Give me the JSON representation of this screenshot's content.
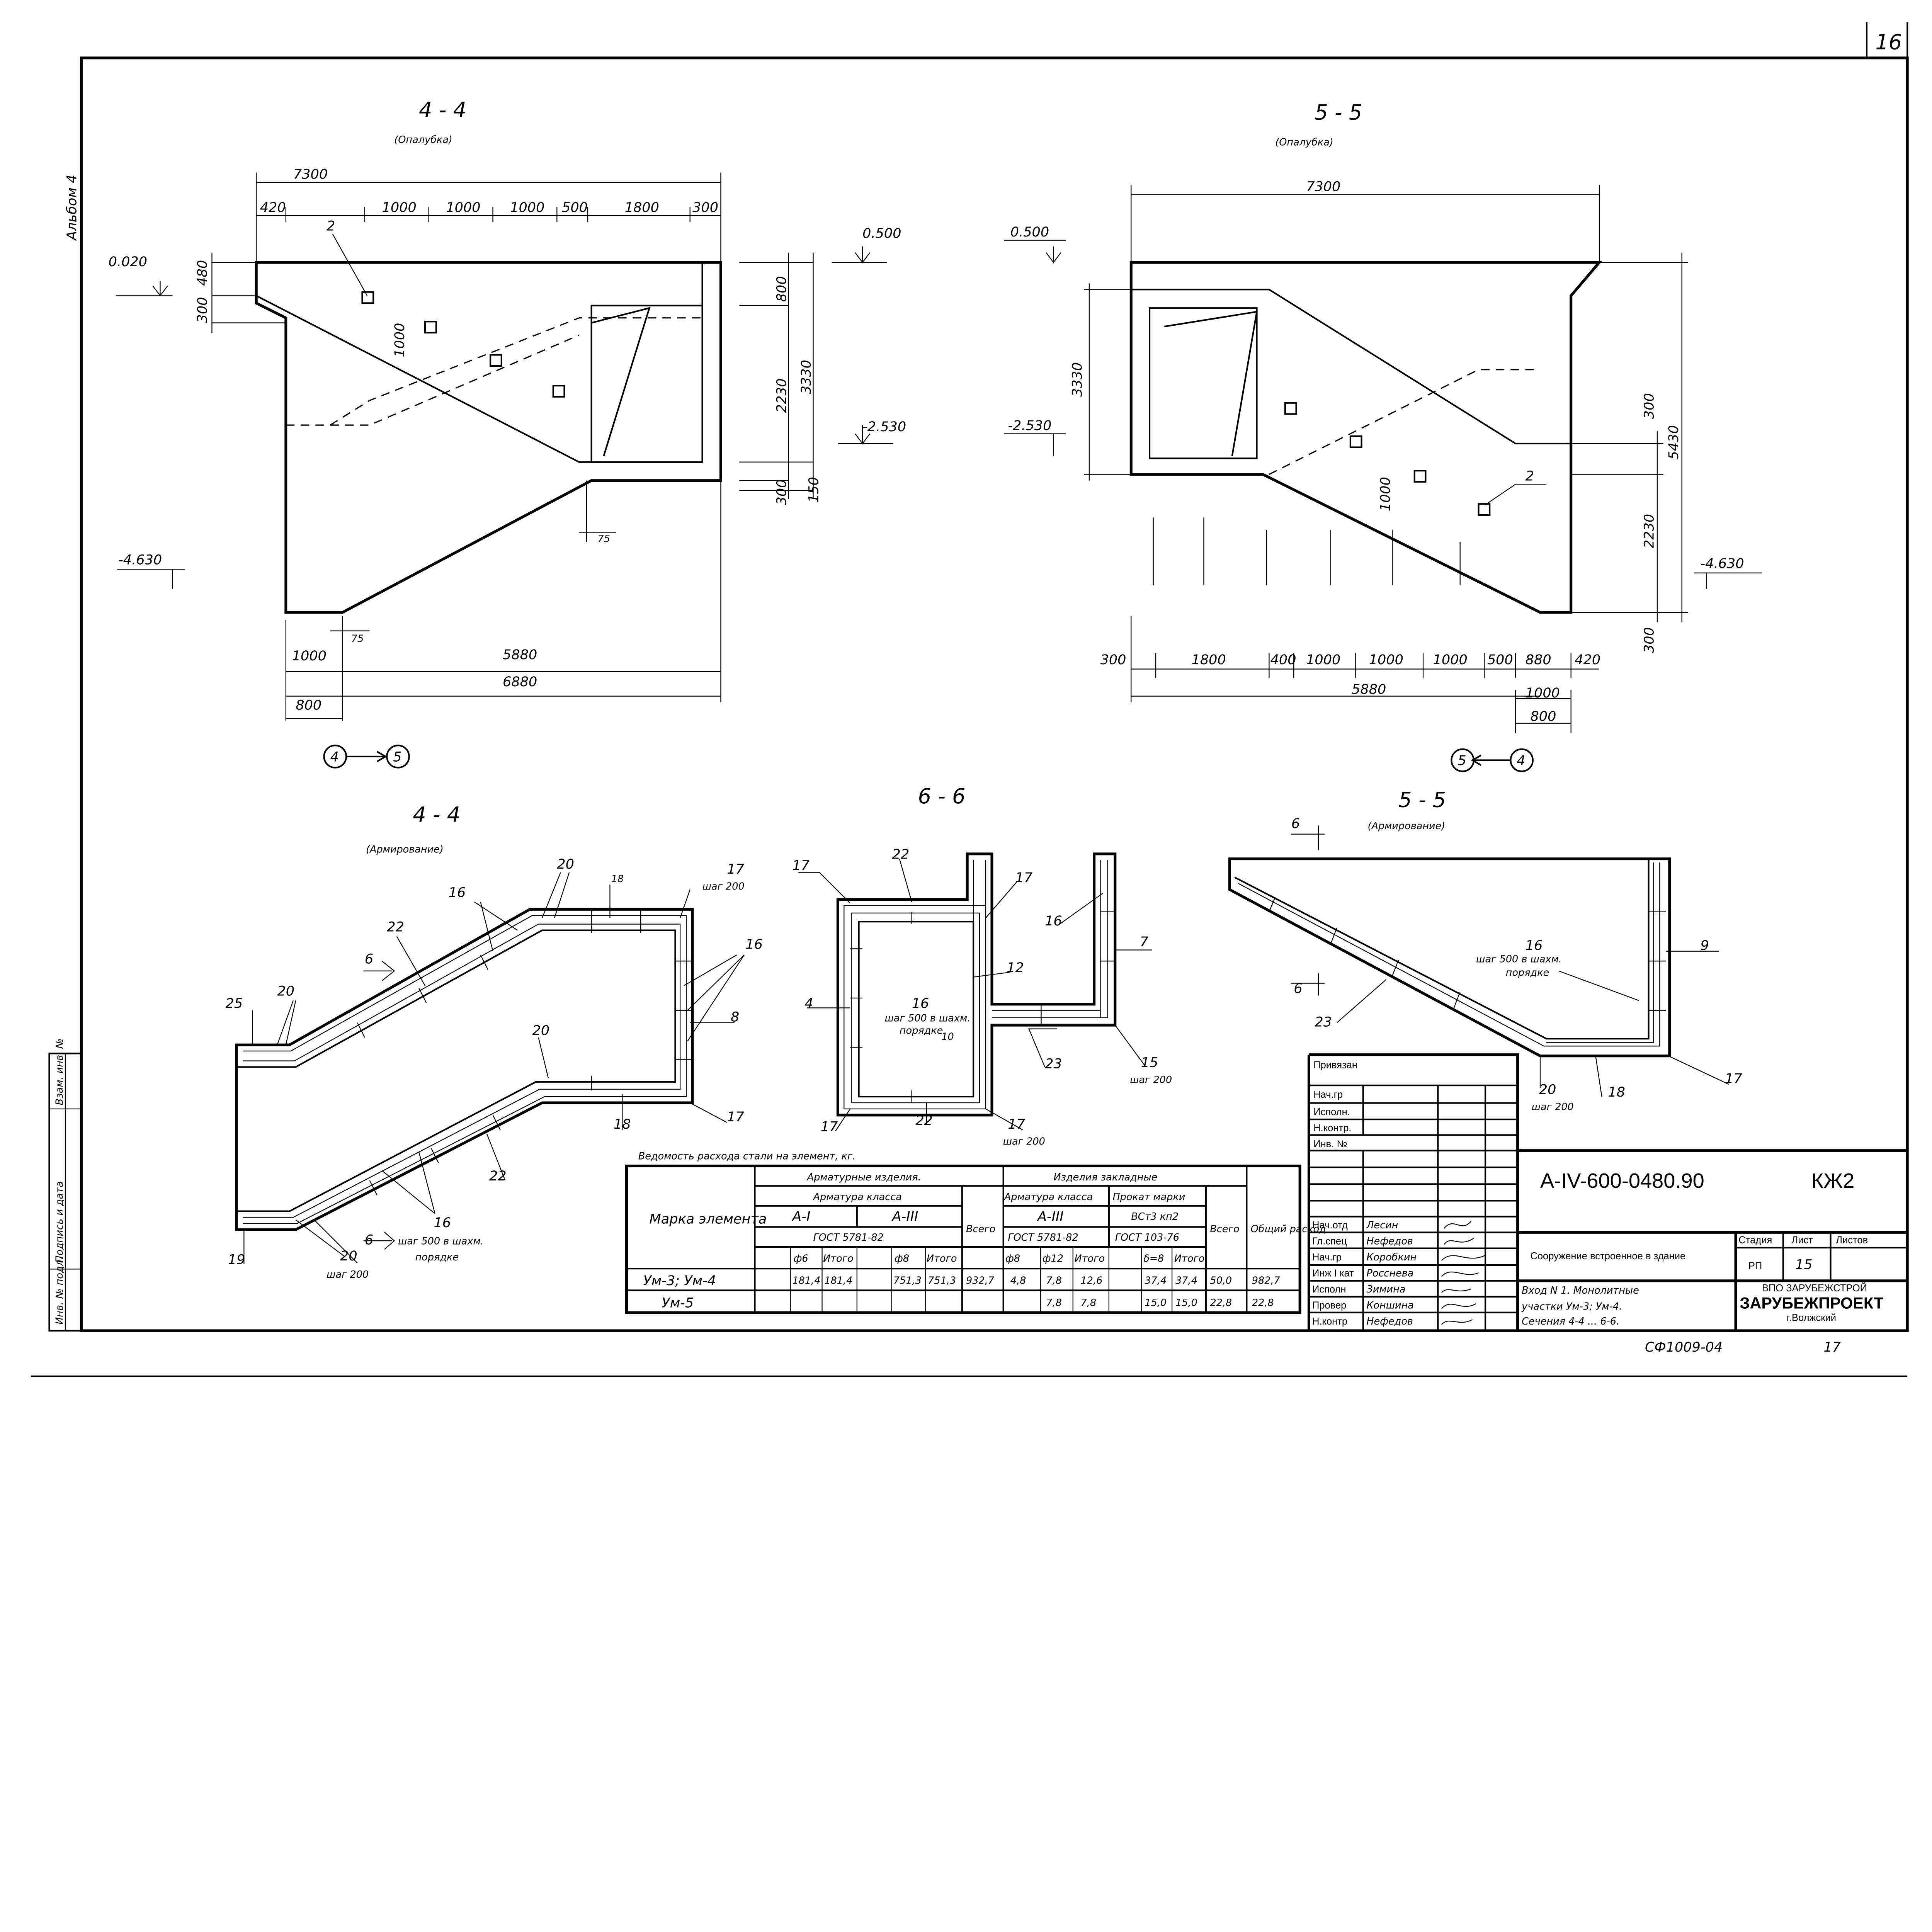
{
  "sheet_number": "16",
  "album_label": "Альбом 4",
  "left_stamp": [
    "Инв. № подл.",
    "Подпись и дата",
    "Взам. инв. №"
  ],
  "form_44": {
    "title": "4 - 4",
    "subtitle": "(Опалубка)",
    "dims": [
      "7300",
      "420",
      "1000",
      "1000",
      "1000",
      "500",
      "1800",
      "300",
      "480",
      "300",
      "1000",
      "800",
      "2230",
      "3330",
      "300",
      "150",
      "75",
      "75",
      "1000",
      "5880",
      "6880",
      "800"
    ],
    "levels": [
      "0.020",
      "0.500",
      "-2.530",
      "-4.630"
    ],
    "mark": "2",
    "callouts": [
      "4",
      "5"
    ]
  },
  "form_55": {
    "title": "5 - 5",
    "subtitle": "(Опалубка)",
    "dims": [
      "7300",
      "3330",
      "300",
      "5430",
      "2230",
      "300",
      "300",
      "1800",
      "400",
      "1000",
      "1000",
      "1000",
      "500",
      "880",
      "420",
      "5880",
      "1000",
      "800",
      "1000"
    ],
    "levels": [
      "0.500",
      "-2.530",
      "-4.630"
    ],
    "mark": "2",
    "callouts": [
      "5",
      "4"
    ]
  },
  "arm_44": {
    "title": "4 - 4",
    "subtitle": "(Армирование)",
    "marks": [
      "20",
      "18",
      "17",
      "шаг 200",
      "16",
      "22",
      "6",
      "16",
      "8",
      "25",
      "20",
      "20",
      "18",
      "17",
      "22",
      "6",
      "16",
      "шаг 500 в шахм.",
      "порядке",
      "20",
      "шаг 200",
      "19"
    ]
  },
  "sec_66": {
    "title": "6 - 6",
    "marks": [
      "22",
      "17",
      "17",
      "16",
      "7",
      "12",
      "4",
      "16",
      "шаг 500 в шахм.",
      "порядке",
      "10",
      "23",
      "15",
      "шаг 200",
      "17",
      "22",
      "17",
      "шаг 200"
    ]
  },
  "arm_55": {
    "title": "5 - 5",
    "subtitle": "(Армирование)",
    "marks": [
      "6",
      "9",
      "16",
      "шаг 500 в шахм.",
      "порядке",
      "6",
      "23",
      "17",
      "20",
      "шаг 200",
      "18"
    ]
  },
  "steel_table": {
    "title": "Ведомость расхода стали на элемент, кг.",
    "headers": {
      "mark": "Марка элемента",
      "rebar_products": "Арматурные изделия.",
      "embedded": "Изделия закладные",
      "rebar_class": "Арматура класса",
      "rebar_class2": "Арматура класса",
      "rolled": "Прокат марки",
      "a1": "A-I",
      "a3": "A-III",
      "a3b": "A-III",
      "vst": "ВСт3 кп2",
      "gost1": "ГОСТ 5781-82",
      "gost2": "ГОСТ 5781-82",
      "gost3": "ГОСТ 103-76",
      "total1": "Всего",
      "total2": "Всего",
      "overall": "Общий расход",
      "sub": [
        "",
        "ф6",
        "Итого",
        "",
        "ф8",
        "Итого",
        "",
        "ф8",
        "ф12",
        "Итого",
        "",
        "δ=8",
        "Итого"
      ]
    },
    "rows": [
      {
        "mark": "Ум-3; Ум-4",
        "cells": [
          "",
          "181,4",
          "181,4",
          "",
          "751,3",
          "751,3",
          "932,7",
          "4,8",
          "7,8",
          "12,6",
          "",
          "37,4",
          "37,4",
          "50,0",
          "982,7"
        ]
      },
      {
        "mark": "Ум-5",
        "cells": [
          "",
          "",
          "",
          "",
          "",
          "",
          "",
          "",
          "7,8",
          "7,8",
          "",
          "15,0",
          "15,0",
          "22,8",
          "22,8"
        ]
      }
    ]
  },
  "title_block": {
    "bound_label": "Привязан",
    "top_roles": [
      "Нач.гр",
      "Исполн.",
      "Н.контр.",
      "Инв. №"
    ],
    "staff": [
      {
        "role": "Нач.отд",
        "name": "Лесин"
      },
      {
        "role": "Гл.спец",
        "name": "Нефедов"
      },
      {
        "role": "Нач.гр",
        "name": "Коробкин"
      },
      {
        "role": "Инж I кат",
        "name": "Росснева"
      },
      {
        "role": "Исполн",
        "name": "Зимина"
      },
      {
        "role": "Провер",
        "name": "Коншина"
      },
      {
        "role": "Н.контр",
        "name": "Нефедов"
      }
    ],
    "doc_code": "A-IV-600-0480.90",
    "doc_mark": "КЖ2",
    "object_name": "Сооружение встроенное в здание",
    "stage_label": "Стадия",
    "sheet_label": "Лист",
    "sheets_label": "Листов",
    "stage": "РП",
    "sheet": "15",
    "sheets": "",
    "drawing_name": [
      "Вход N 1. Монолитные",
      "участки Ум-3; Ум-4.",
      "Сечения 4-4 ... 6-6."
    ],
    "org_parent": "ВПО ЗАРУБЕЖСТРОЙ",
    "org": "ЗАРУБЕЖПРОЕКТ",
    "org_city": "г.Волжский"
  },
  "footer": {
    "code": "СФ1009-04",
    "page": "17"
  }
}
